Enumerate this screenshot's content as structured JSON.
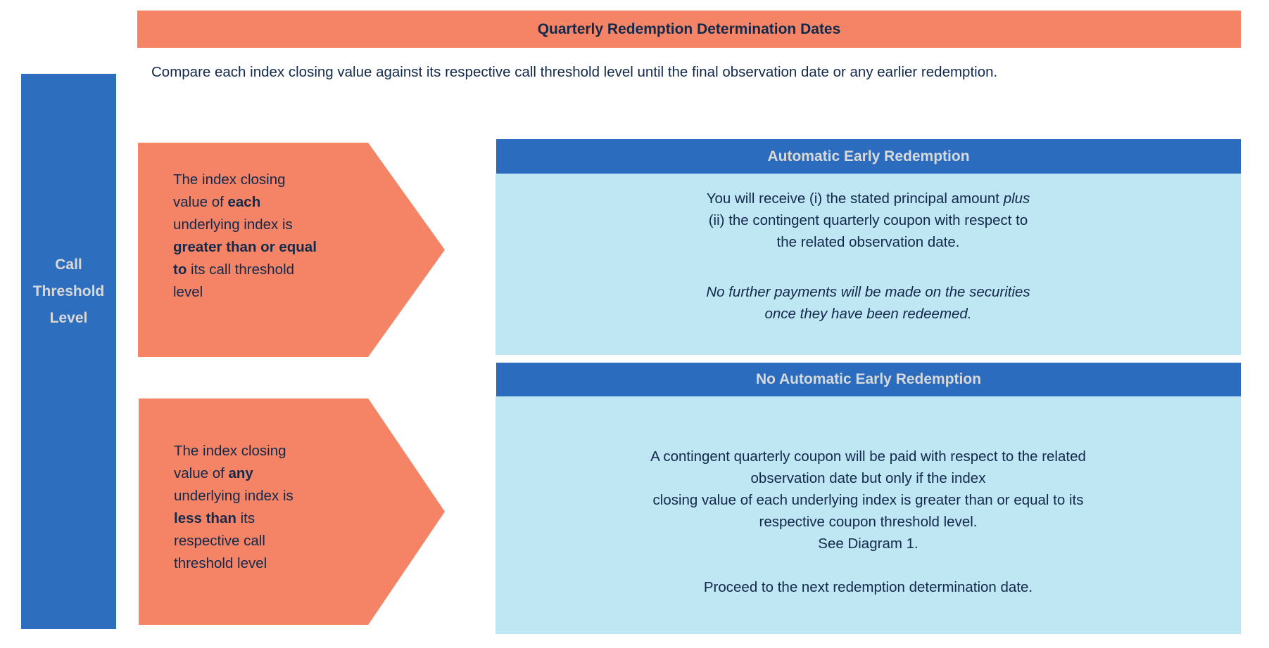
{
  "colors": {
    "orange": "#F48465",
    "left_bar_blue": "#2D6EBE",
    "box_header_blue": "#2B6CBE",
    "box_body_light_blue": "#BEE6F3",
    "navy_text": "#13294B",
    "light_header_text": "#D9D9D9"
  },
  "title_bar": {
    "label": "Quarterly Redemption Determination Dates"
  },
  "intro": {
    "text": "Compare each index closing value against its respective call threshold level until the final observation date or any earlier redemption."
  },
  "left_bar": {
    "label": "Call Threshold Level"
  },
  "arrow_each": {
    "lines": [
      [
        {
          "t": "The index closing"
        }
      ],
      [
        {
          "t": "value of "
        },
        {
          "t": "each",
          "b": 1
        }
      ],
      [
        {
          "t": "underlying index is"
        }
      ],
      [
        {
          "t": "greater than or equal",
          "b": 1
        }
      ],
      [
        {
          "t": "to",
          "b": 1
        },
        {
          "t": " its call threshold"
        }
      ],
      [
        {
          "t": "level"
        }
      ]
    ]
  },
  "arrow_any": {
    "lines": [
      [
        {
          "t": "The index closing"
        }
      ],
      [
        {
          "t": "value of "
        },
        {
          "t": "any",
          "b": 1
        }
      ],
      [
        {
          "t": "underlying index is"
        }
      ],
      [
        {
          "t": "less than",
          "b": 1
        },
        {
          "t": " its"
        }
      ],
      [
        {
          "t": "respective call"
        }
      ],
      [
        {
          "t": "threshold level"
        }
      ]
    ]
  },
  "auto_redemption": {
    "header": "Automatic Early Redemption",
    "p1": [
      [
        {
          "t": "You will receive (i) the stated principal amount "
        },
        {
          "t": "plus",
          "i": 1
        }
      ],
      [
        {
          "t": "(ii) the contingent quarterly coupon with respect to"
        }
      ],
      [
        {
          "t": "the related observation date."
        }
      ]
    ],
    "p2": [
      [
        {
          "t": "No further payments will be made on the securities",
          "i": 1
        }
      ],
      [
        {
          "t": "once they have been redeemed.",
          "i": 1
        }
      ]
    ]
  },
  "no_auto_redemption": {
    "header": "No Automatic Early Redemption",
    "p1": [
      [
        {
          "t": "A contingent quarterly coupon will be paid with respect to the related"
        }
      ],
      [
        {
          "t": "observation date but only if the index"
        }
      ],
      [
        {
          "t": "closing value of each underlying index is greater than or equal to its"
        }
      ],
      [
        {
          "t": "respective coupon threshold level."
        }
      ],
      [
        {
          "t": "See Diagram 1."
        }
      ]
    ],
    "p2": [
      [
        {
          "t": "Proceed to the next redemption determination date."
        }
      ]
    ]
  }
}
